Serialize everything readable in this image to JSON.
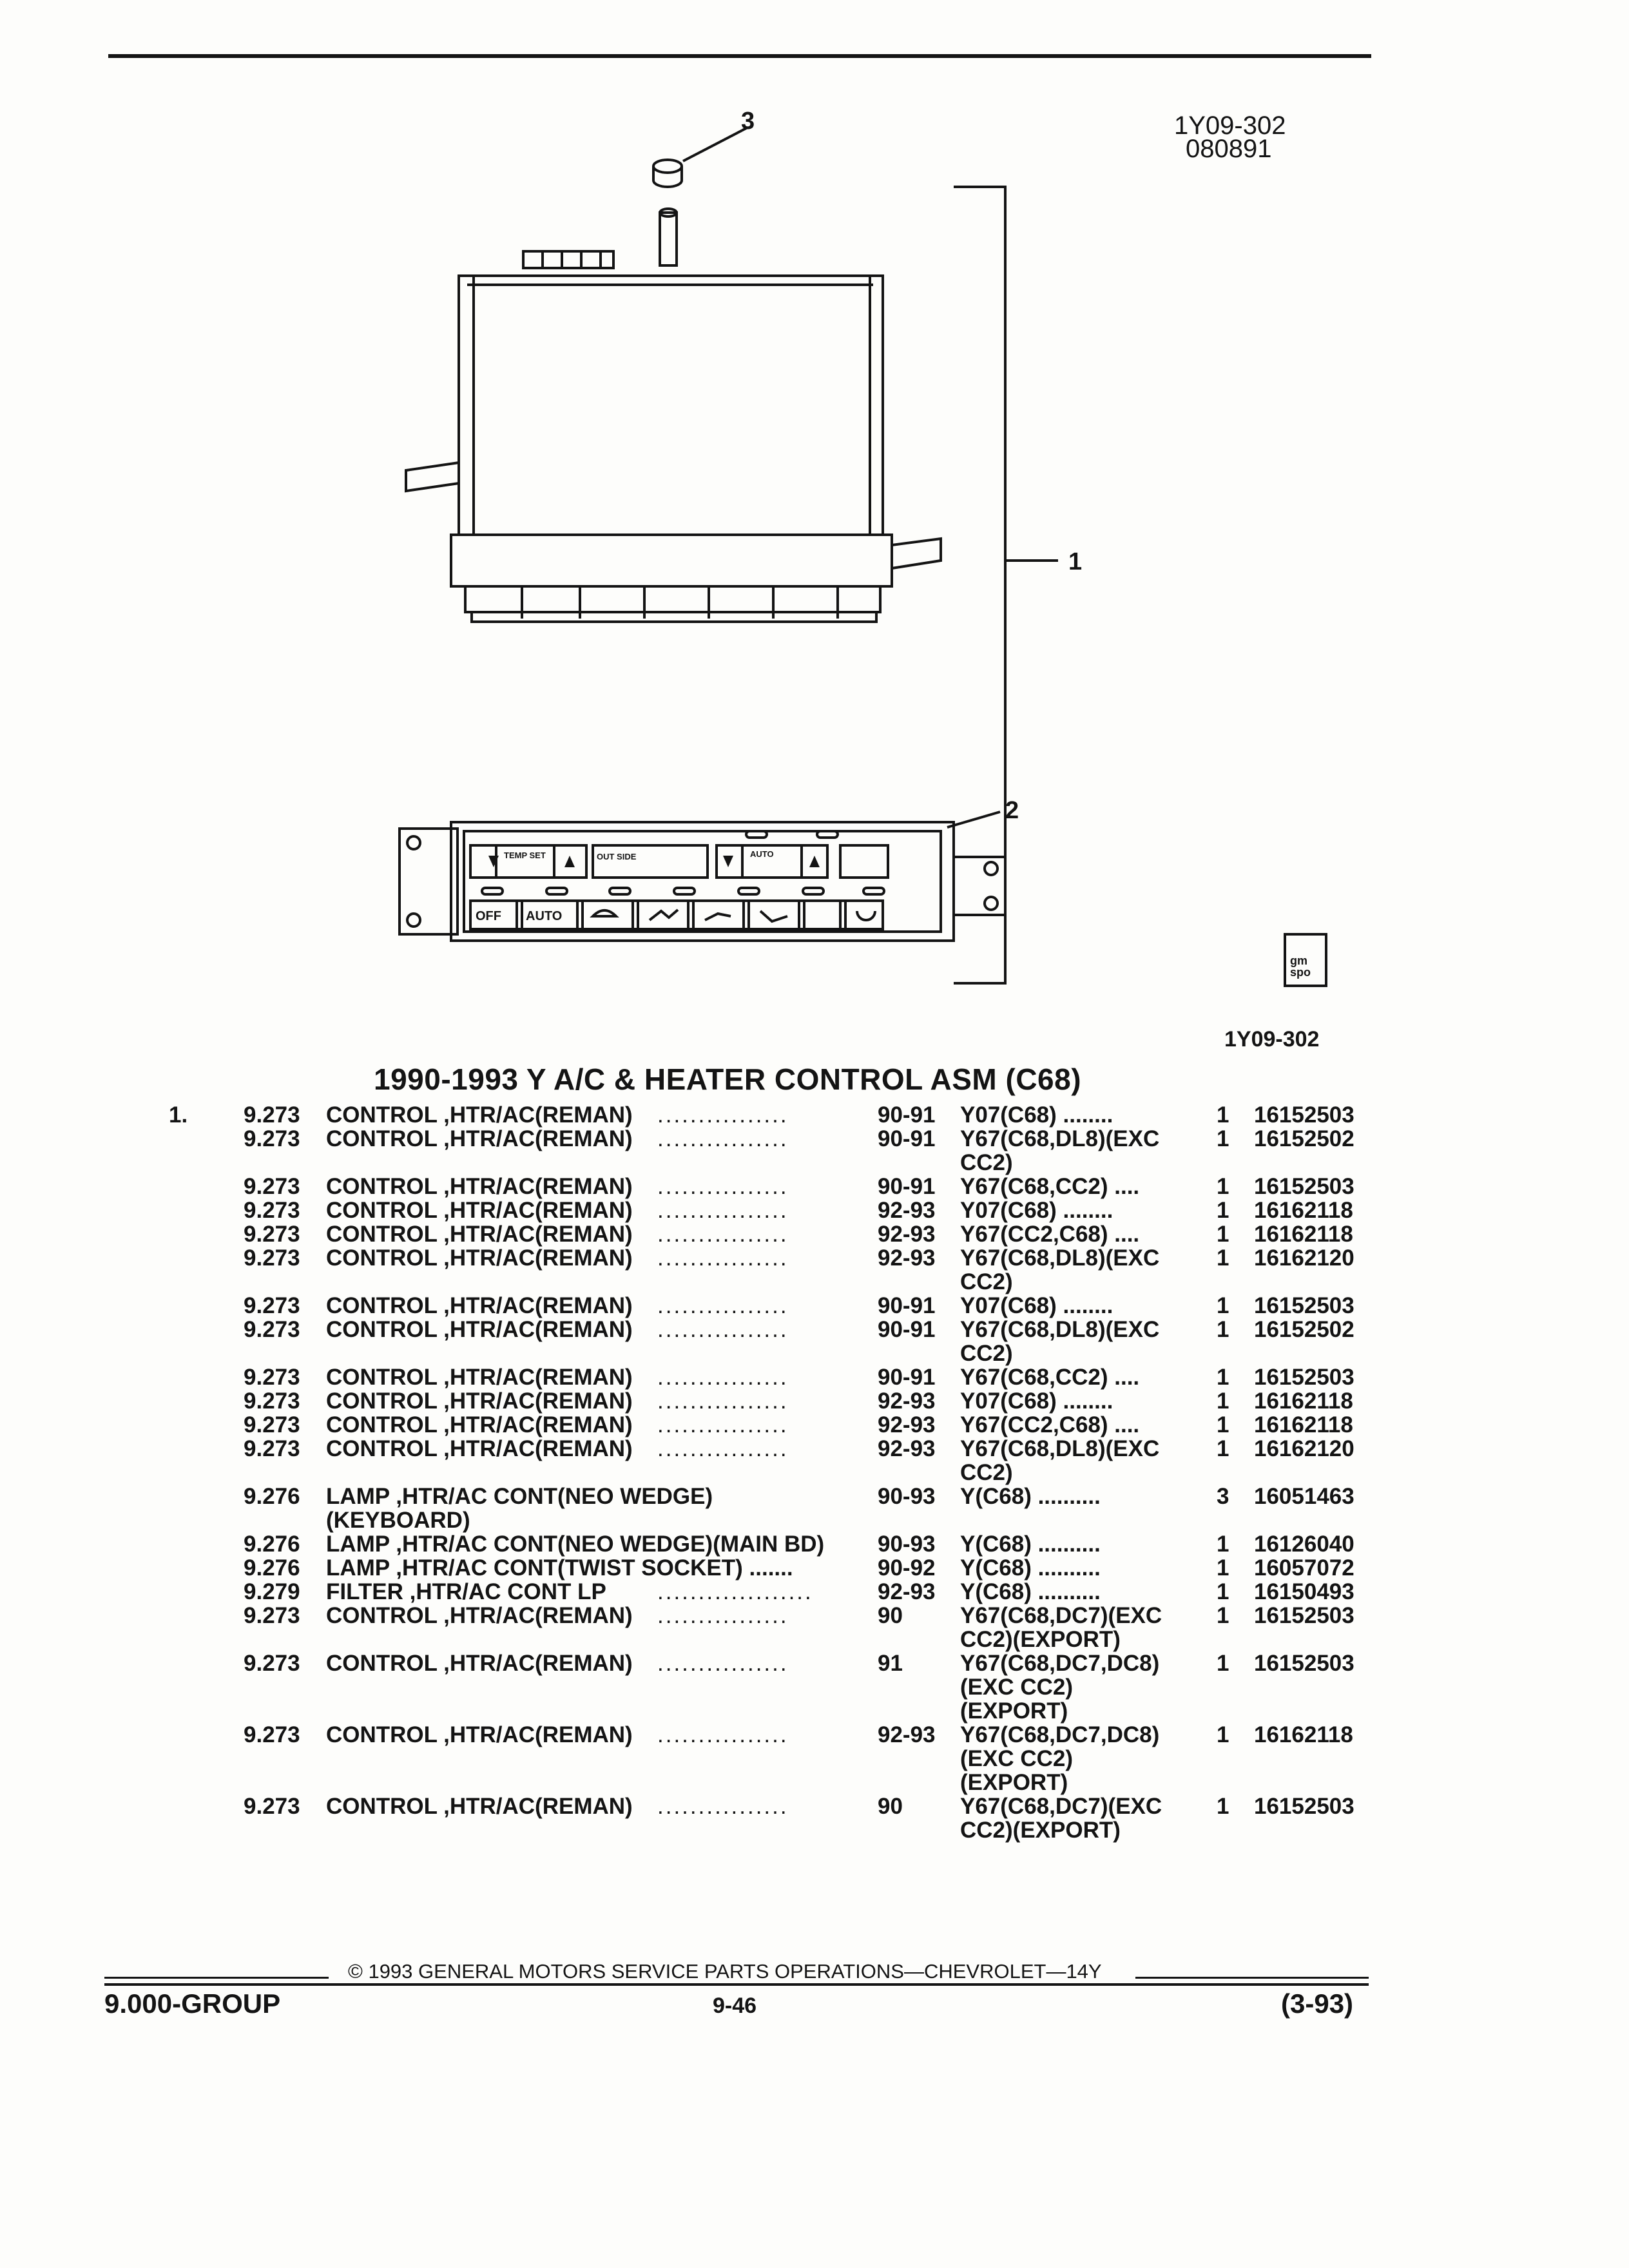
{
  "header": {
    "ref_code": "1Y09-302",
    "ref_date": "080891",
    "figure_ref": "1Y09-302"
  },
  "callouts": [
    "3",
    "1",
    "2"
  ],
  "panel_labels": {
    "temp_set": "TEMP SET",
    "outside": "OUT SIDE",
    "auto": "AUTO",
    "off": "OFF",
    "auto_mode": "AUTO"
  },
  "logo_text": "gm spo",
  "section_title": "1990-1993 Y A/C & HEATER CONTROL ASM (C68)",
  "parts": [
    {
      "item": "1.",
      "group": "9.273",
      "desc": "CONTROL ,HTR/AC(REMAN)",
      "leader": "................",
      "years": "90-91",
      "appl": "Y07(C68) ........",
      "appl2": "",
      "qty": "1",
      "pn": "16152503"
    },
    {
      "item": "",
      "group": "9.273",
      "desc": "CONTROL ,HTR/AC(REMAN)",
      "leader": "................",
      "years": "90-91",
      "appl": "Y67(C68,DL8)(EXC",
      "appl2": "CC2)",
      "qty": "1",
      "pn": "16152502"
    },
    {
      "item": "",
      "group": "9.273",
      "desc": "CONTROL ,HTR/AC(REMAN)",
      "leader": "................",
      "years": "90-91",
      "appl": "Y67(C68,CC2) ....",
      "appl2": "",
      "qty": "1",
      "pn": "16152503"
    },
    {
      "item": "",
      "group": "9.273",
      "desc": "CONTROL ,HTR/AC(REMAN)",
      "leader": "................",
      "years": "92-93",
      "appl": "Y07(C68) ........",
      "appl2": "",
      "qty": "1",
      "pn": "16162118"
    },
    {
      "item": "",
      "group": "9.273",
      "desc": "CONTROL ,HTR/AC(REMAN)",
      "leader": "................",
      "years": "92-93",
      "appl": "Y67(CC2,C68) ....",
      "appl2": "",
      "qty": "1",
      "pn": "16162118"
    },
    {
      "item": "",
      "group": "9.273",
      "desc": "CONTROL ,HTR/AC(REMAN)",
      "leader": "................",
      "years": "92-93",
      "appl": "Y67(C68,DL8)(EXC",
      "appl2": "CC2)",
      "qty": "1",
      "pn": "16162120"
    },
    {
      "item": "",
      "group": "9.273",
      "desc": "CONTROL ,HTR/AC(REMAN)",
      "leader": "................",
      "years": "90-91",
      "appl": "Y07(C68) ........",
      "appl2": "",
      "qty": "1",
      "pn": "16152503"
    },
    {
      "item": "",
      "group": "9.273",
      "desc": "CONTROL ,HTR/AC(REMAN)",
      "leader": "................",
      "years": "90-91",
      "appl": "Y67(C68,DL8)(EXC",
      "appl2": "CC2)",
      "qty": "1",
      "pn": "16152502"
    },
    {
      "item": "",
      "group": "9.273",
      "desc": "CONTROL ,HTR/AC(REMAN)",
      "leader": "................",
      "years": "90-91",
      "appl": "Y67(C68,CC2) ....",
      "appl2": "",
      "qty": "1",
      "pn": "16152503"
    },
    {
      "item": "",
      "group": "9.273",
      "desc": "CONTROL ,HTR/AC(REMAN)",
      "leader": "................",
      "years": "92-93",
      "appl": "Y07(C68) ........",
      "appl2": "",
      "qty": "1",
      "pn": "16162118"
    },
    {
      "item": "",
      "group": "9.273",
      "desc": "CONTROL ,HTR/AC(REMAN)",
      "leader": "................",
      "years": "92-93",
      "appl": "Y67(CC2,C68) ....",
      "appl2": "",
      "qty": "1",
      "pn": "16162118"
    },
    {
      "item": "",
      "group": "9.273",
      "desc": "CONTROL ,HTR/AC(REMAN)",
      "leader": "................",
      "years": "92-93",
      "appl": "Y67(C68,DL8)(EXC",
      "appl2": "CC2)",
      "qty": "1",
      "pn": "16162120"
    },
    {
      "item": "",
      "group": "9.276",
      "desc": "LAMP ,HTR/AC CONT(NEO WEDGE)",
      "leader": "",
      "years": "90-93",
      "appl": "Y(C68) ..........",
      "appl2": "",
      "desc2": "(KEYBOARD)",
      "qty": "3",
      "pn": "16051463"
    },
    {
      "item": "",
      "group": "9.276",
      "desc": "LAMP ,HTR/AC CONT(NEO WEDGE)(MAIN BD)",
      "leader": "",
      "years": "90-93",
      "appl": "Y(C68) ..........",
      "appl2": "",
      "qty": "1",
      "pn": "16126040"
    },
    {
      "item": "",
      "group": "9.276",
      "desc": "LAMP ,HTR/AC CONT(TWIST SOCKET) .......",
      "leader": "",
      "years": "90-92",
      "appl": "Y(C68) ..........",
      "appl2": "",
      "qty": "1",
      "pn": "16057072"
    },
    {
      "item": "",
      "group": "9.279",
      "desc": "FILTER ,HTR/AC CONT LP",
      "leader": "...................",
      "years": "92-93",
      "appl": "Y(C68) ..........",
      "appl2": "",
      "qty": "1",
      "pn": "16150493"
    },
    {
      "item": "",
      "group": "9.273",
      "desc": "CONTROL ,HTR/AC(REMAN)",
      "leader": "................",
      "years": "90",
      "appl": "Y67(C68,DC7)(EXC",
      "appl2": "CC2)(EXPORT)",
      "qty": "1",
      "pn": "16152503"
    },
    {
      "item": "",
      "group": "9.273",
      "desc": "CONTROL ,HTR/AC(REMAN)",
      "leader": "................",
      "years": "91",
      "appl": "Y67(C68,DC7,DC8)",
      "appl2": "(EXC CC2)",
      "appl3": "(EXPORT)",
      "qty": "1",
      "pn": "16152503"
    },
    {
      "item": "",
      "group": "9.273",
      "desc": "CONTROL ,HTR/AC(REMAN)",
      "leader": "................",
      "years": "92-93",
      "appl": "Y67(C68,DC7,DC8)",
      "appl2": "(EXC CC2)",
      "appl3": "(EXPORT)",
      "qty": "1",
      "pn": "16162118"
    },
    {
      "item": "",
      "group": "9.273",
      "desc": "CONTROL ,HTR/AC(REMAN)",
      "leader": "................",
      "years": "90",
      "appl": "Y67(C68,DC7)(EXC",
      "appl2": "CC2)(EXPORT)",
      "qty": "1",
      "pn": "16152503"
    }
  ],
  "footer": {
    "copyright": "© 1993 GENERAL MOTORS SERVICE PARTS OPERATIONS—CHEVROLET—14Y",
    "group": "9.000-GROUP",
    "page": "9-46",
    "date": "(3-93)"
  }
}
